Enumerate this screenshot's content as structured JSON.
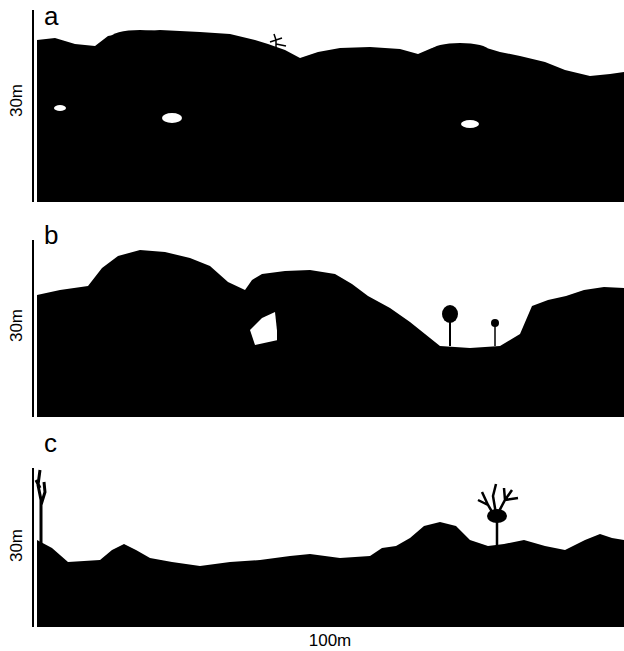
{
  "diagram": {
    "labels": [
      "a",
      "30m",
      "b",
      "30m",
      "c",
      "30m",
      "100m"
    ]
  }
}
